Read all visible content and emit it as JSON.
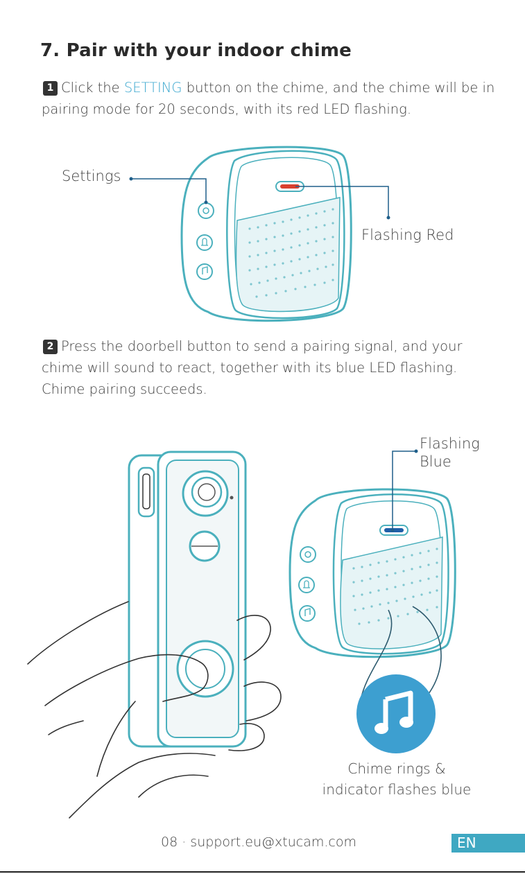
{
  "section": {
    "title": "7. Pair with your indoor chime"
  },
  "step1": {
    "number": "1",
    "text_before": "Click the ",
    "highlight": "SETTING",
    "text_after": " button on the chime, and the chime will be in pairing mode for 20 seconds, with its red LED flashing."
  },
  "figure1": {
    "settings_label": "Settings",
    "flashing_red_label": "Flashing Red"
  },
  "step2": {
    "number": "2",
    "text": "Press the doorbell button to send a pairing signal, and your chime will sound to react, together with its blue LED flashing. Chime pairing succeeds."
  },
  "figure2": {
    "flashing_blue_line1": "Flashing",
    "flashing_blue_line2": "Blue",
    "caption_line1": "Chime rings &",
    "caption_line2": "indicator flashes blue",
    "music_icon": "music-note-icon"
  },
  "footer": {
    "page_text": "08 · support.eu@xtucam.com",
    "language": "EN"
  },
  "colors": {
    "accent": "#3aa7cf",
    "teal_outline": "#4bb0bd",
    "badge": "#3fa8c2",
    "led_red": "#d9402e",
    "led_blue": "#1f5fa8",
    "music_circle": "#3d9fd0"
  }
}
